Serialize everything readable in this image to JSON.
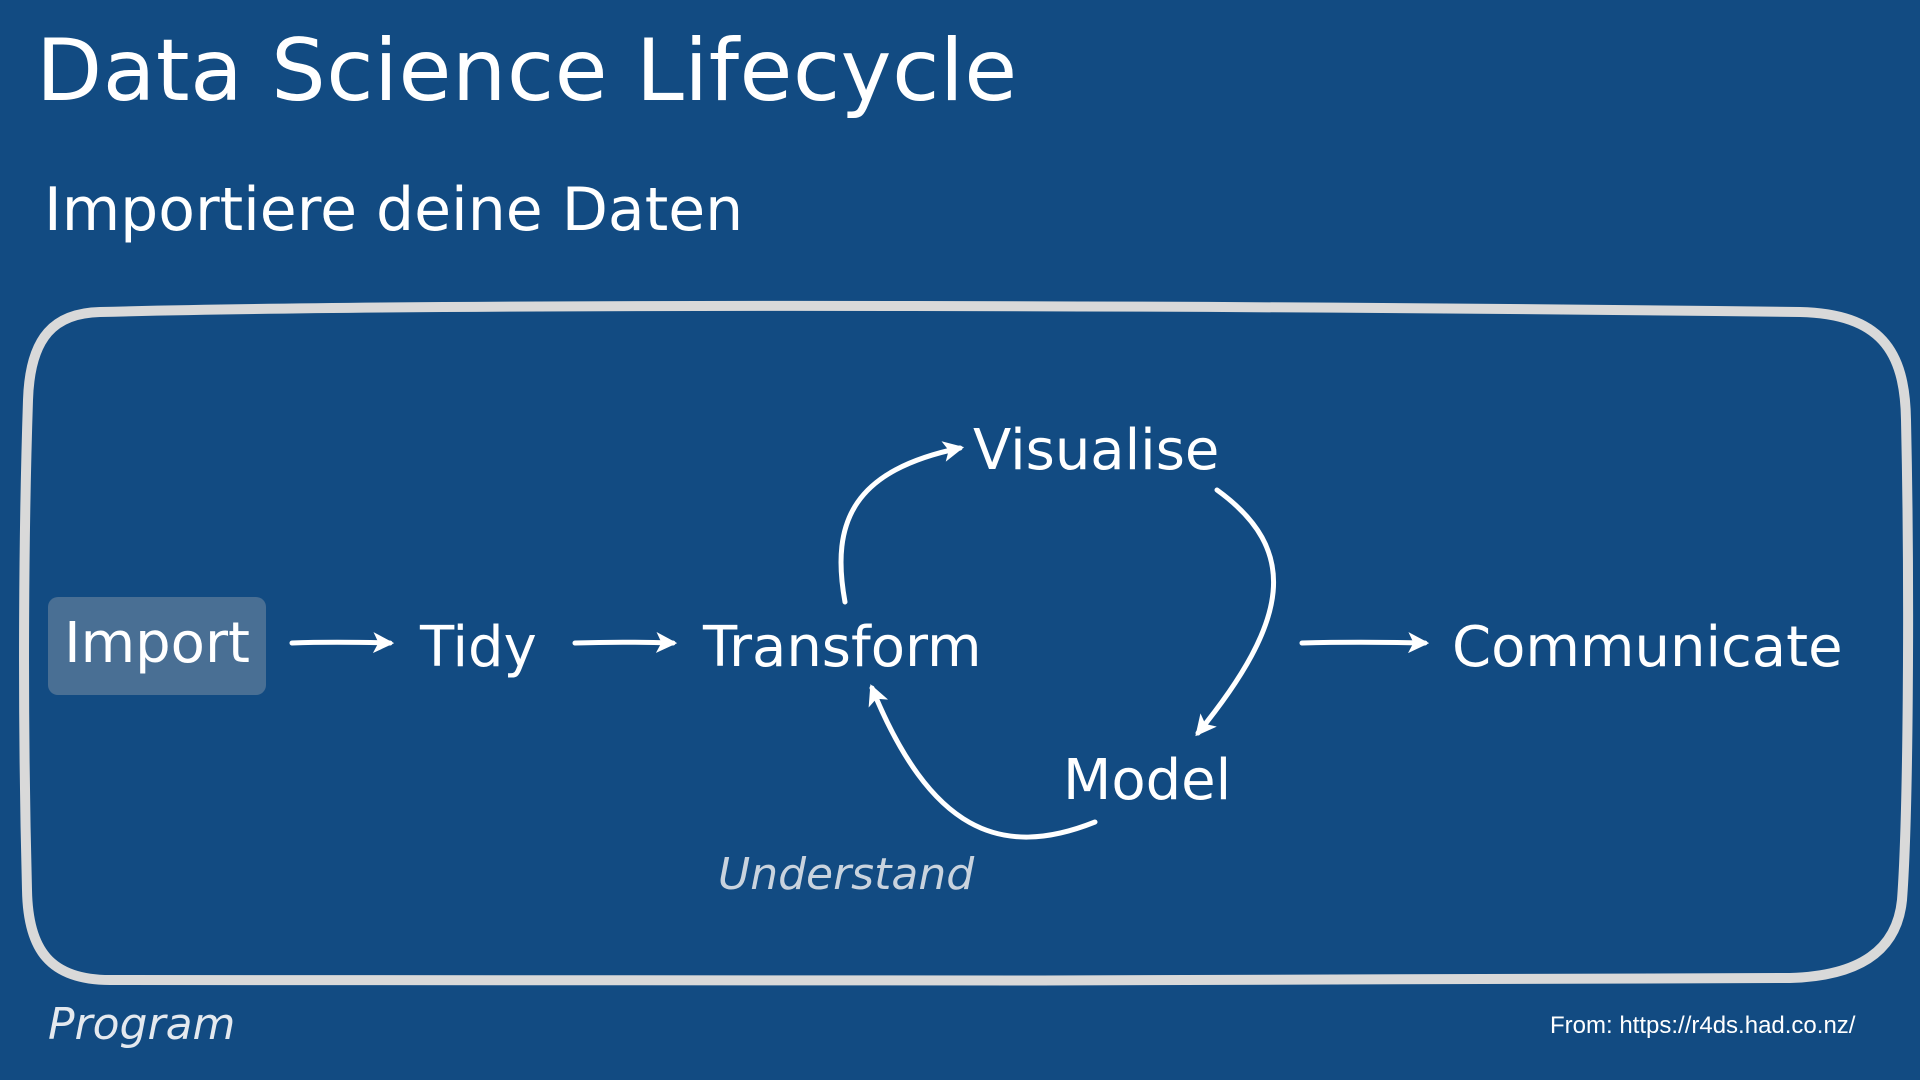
{
  "slide": {
    "title": "Data Science Lifecycle",
    "subtitle": "Importiere deine Daten",
    "source": "From: https://r4ds.had.co.nz/",
    "background_color": "#124b82",
    "highlight_color": "#496f94",
    "frame_color": "#d9d9d9"
  },
  "diagram": {
    "nodes": {
      "import": "Import",
      "tidy": "Tidy",
      "transform": "Transform",
      "visualise": "Visualise",
      "model": "Model",
      "communicate": "Communicate"
    },
    "highlighted_node": "Import",
    "understand_label": "Understand",
    "program_label": "Program"
  }
}
